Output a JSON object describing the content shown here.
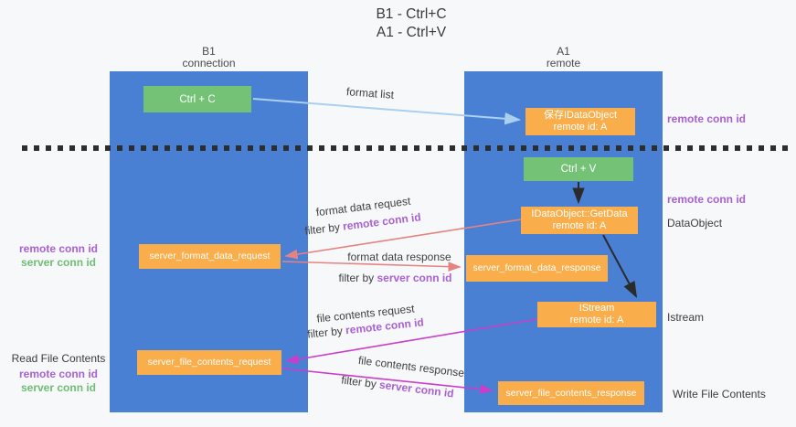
{
  "title": {
    "line1": "B1 - Ctrl+C",
    "line2": "A1 - Ctrl+V"
  },
  "columns": {
    "left": {
      "name": "B1",
      "subtitle": "connection"
    },
    "right": {
      "name": "A1",
      "subtitle": "remote"
    }
  },
  "boxes": {
    "ctrl_c": "Ctrl + C",
    "ctrl_v": "Ctrl + V",
    "save_idataobject": {
      "line1": "保存IDataObject",
      "line2": "remote id: A"
    },
    "getdata": {
      "line1": "IDataObject::GetData",
      "line2": "remote id: A"
    },
    "istream": {
      "line1": "IStream",
      "line2": "remote id: A"
    },
    "server_format_data_request": "server_format_data_request",
    "server_format_data_response": "server_format_data_response",
    "server_file_contents_request": "server_file_contents_request",
    "server_file_contents_response": "server_file_contents_response"
  },
  "side_labels": {
    "remote_conn_id": "remote conn id",
    "server_conn_id": "server conn id",
    "dataobject": "DataObject",
    "istream": "Istream",
    "read_file_contents": "Read File Contents",
    "write_file_contents": "Write File Contents"
  },
  "arrow_labels": {
    "format_list": "format list",
    "format_data_request": "format data request",
    "format_data_response": "format data response",
    "file_contents_request": "file contents request",
    "file_contents_response": "file contents response",
    "filter_by": "filter by ",
    "remote_conn_id": "remote conn id",
    "server_conn_id": "server conn id"
  },
  "colors": {
    "column_blue": "#4a80d4",
    "box_green": "#74c276",
    "box_orange": "#f9ae4b",
    "arrow_light_blue": "#aacfef",
    "arrow_salmon": "#e58383",
    "arrow_magenta": "#c93ec9",
    "arrow_black": "#2b2b2b",
    "keyword_purple": "#a861d1",
    "keyword_green": "#6fbe75",
    "dash_black": "#2d2d2d"
  }
}
